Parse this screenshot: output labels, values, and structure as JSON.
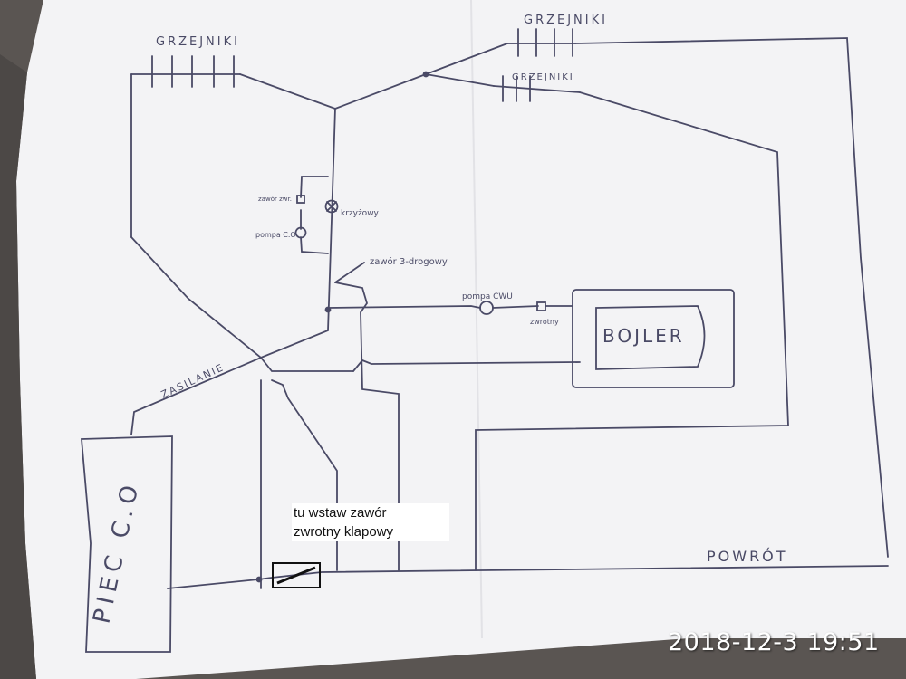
{
  "labels": {
    "grzejniki_left": "GRZEJNIKI",
    "grzejniki_top_right": "GRZEJNIKI",
    "grzejniki_mid_right": "GRZEJNIKI",
    "zawor_zwrotny": "zawór zwr.",
    "krzyzowy": "krzyżowy",
    "pompa_co": "pompa C.O",
    "zawor_3_drogowy": "zawór 3-drogowy",
    "pompa_cwu": "pompa CWU",
    "zwrotny": "zwrotny",
    "bojler": "BOJLER",
    "zasilanie": "ZASILANIE",
    "piec_co": "PIEC C.O",
    "powrot": "POWRÓT"
  },
  "annotation": {
    "line1": "tu wstaw zawór",
    "line2": "zwrotny klapowy"
  },
  "timestamp": "2018-12-3  19:51",
  "colors": {
    "paper": "#f4f4f6",
    "ink": "#4a4a66",
    "background": "#5a5552",
    "marker": "#111111",
    "timestamp": "#ffffff"
  }
}
